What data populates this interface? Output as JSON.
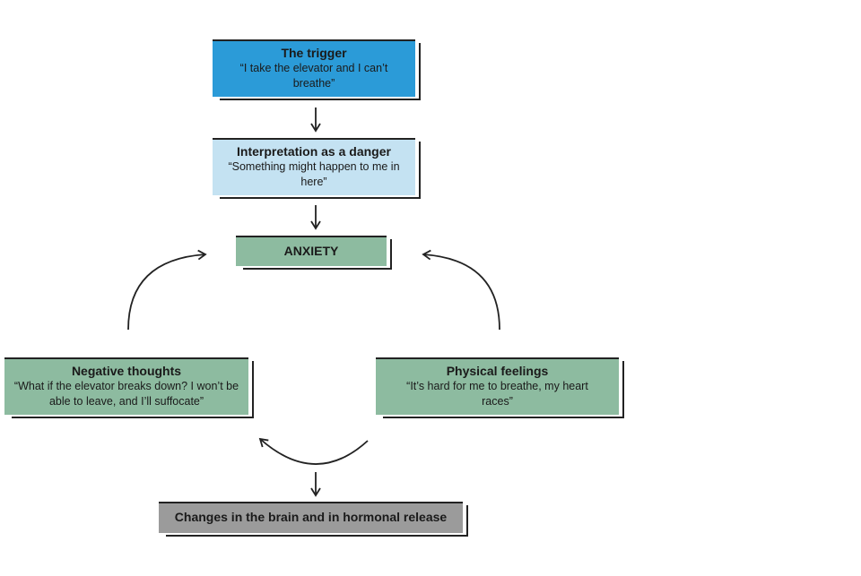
{
  "colors": {
    "trigger": "#2b9bd8",
    "interpretation": "#c4e2f2",
    "anxiety": "#8dbba0",
    "thoughts": "#8dbba0",
    "feelings": "#8dbba0",
    "changes": "#9b9b9b",
    "line": "#222222"
  },
  "nodes": {
    "trigger": {
      "title": "The trigger",
      "body": "“I take the elevator and I can’t breathe”"
    },
    "interpretation": {
      "title": "Interpretation as a danger",
      "body": "“Something might happen to me in here”"
    },
    "anxiety": {
      "title": "ANXIETY"
    },
    "thoughts": {
      "title": "Negative thoughts",
      "body": "“What if the elevator breaks down? I won’t be able to leave, and I’ll suffocate”"
    },
    "feelings": {
      "title": "Physical feelings",
      "body": "“It’s hard for me to breathe, my heart races”"
    },
    "changes": {
      "title": "Changes in the brain and in hormonal release"
    }
  }
}
